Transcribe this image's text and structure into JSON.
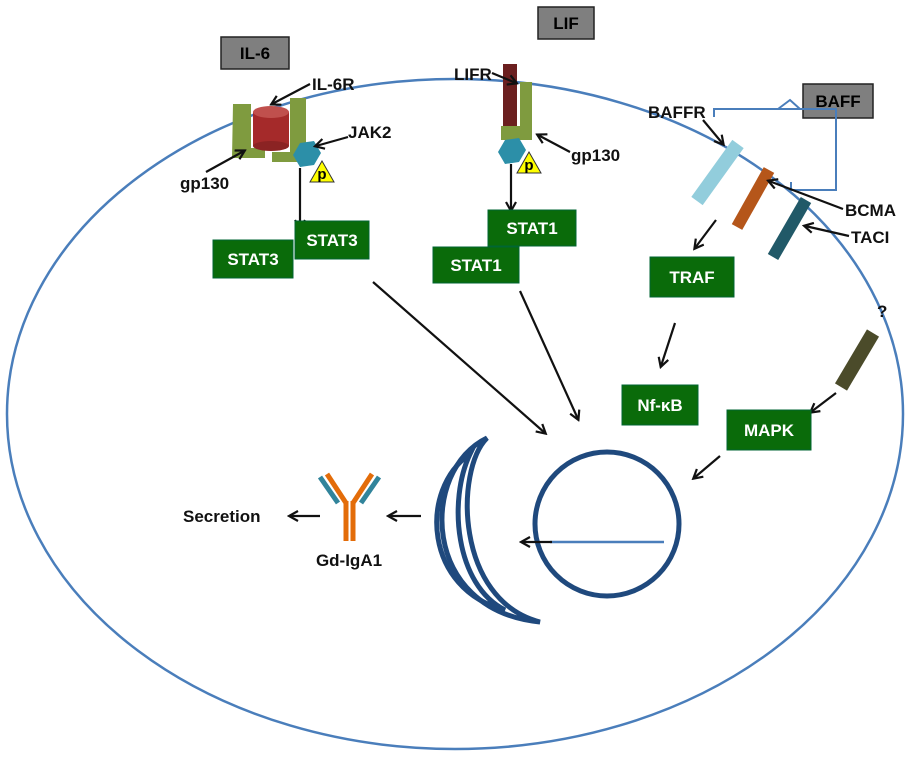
{
  "ligands": {
    "il6": "IL-6",
    "lif": "LIF",
    "baff": "BAFF"
  },
  "receptors": {
    "il6r": "IL-6R",
    "gp130_left": "gp130",
    "jak2": "JAK2",
    "lifr": "LIFR",
    "gp130_right": "gp130",
    "baffr": "BAFFR",
    "bcma": "BCMA",
    "taci": "TACI",
    "unknown": "?"
  },
  "phospho_label": "p",
  "signaling": {
    "stat3_a": "STAT3",
    "stat3_b": "STAT3",
    "stat1_a": "STAT1",
    "stat1_b": "STAT1",
    "traf": "TRAF",
    "nfkb": "Nf-κB",
    "mapk": "MAPK"
  },
  "output": {
    "antibody": "Gd-IgA1",
    "secretion": "Secretion"
  },
  "colors": {
    "membrane": "#4a7ebb",
    "green_box": "#0a6b0a",
    "gray_box": "#7f7f7f",
    "gp130": "#7f9b3f",
    "il6r": "#a52a2a",
    "jak": "#2c8fa8",
    "p_triangle": "#ffff00",
    "lifr": "#6b1f1f",
    "baffr": "#92cddc",
    "bcma": "#b5561a",
    "taci": "#215968",
    "unknown_receptor": "#4b4b2a",
    "organelle": "#1f497d",
    "antibody_heavy": "#e36c09",
    "antibody_light": "#31849b"
  }
}
